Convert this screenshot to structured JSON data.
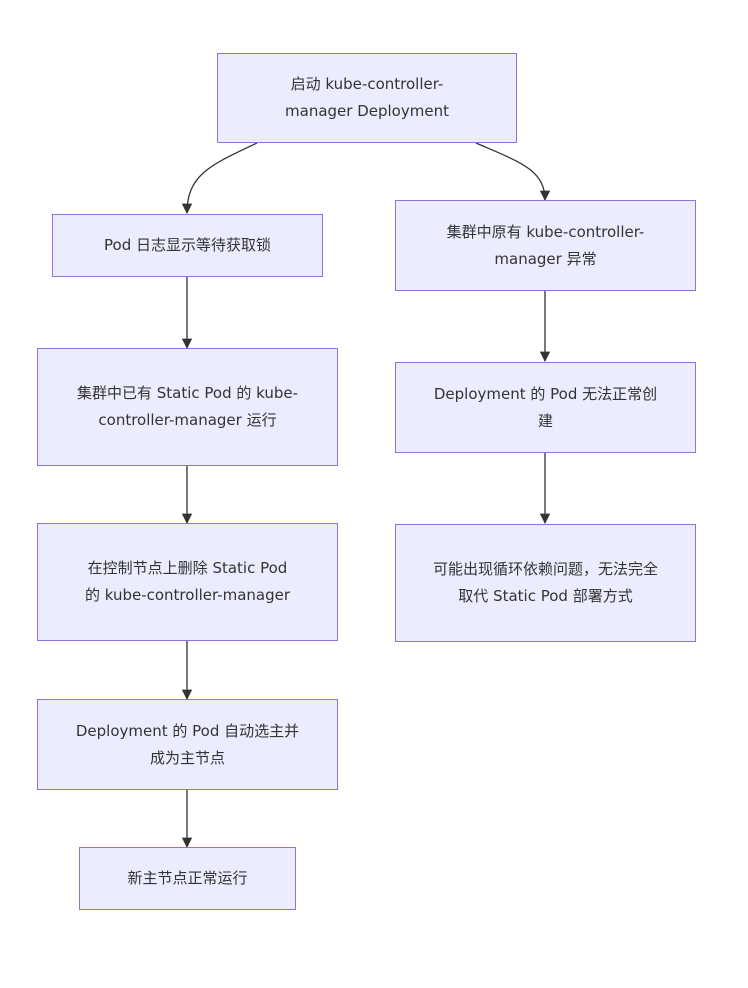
{
  "diagram": {
    "type": "flowchart",
    "direction": "TD",
    "colors": {
      "node_fill": "#ECECFF",
      "node_border": "#9370DB",
      "edge": "#333333",
      "text": "#333333"
    },
    "nodes": [
      {
        "id": "A",
        "label": "启动 kube-controller-manager Deployment"
      },
      {
        "id": "B",
        "label": "Pod 日志显示等待获取锁"
      },
      {
        "id": "C",
        "label": "集群中已有 Static Pod 的 kube-controller-manager 运行"
      },
      {
        "id": "D",
        "label": "在控制节点上删除 Static Pod 的 kube-controller-manager"
      },
      {
        "id": "E",
        "label": "Deployment 的 Pod 自动选主并成为主节点"
      },
      {
        "id": "F",
        "label": "新主节点正常运行"
      },
      {
        "id": "G",
        "label": "集群中原有 kube-controller-manager 异常"
      },
      {
        "id": "H",
        "label": "Deployment 的 Pod 无法正常创建"
      },
      {
        "id": "I",
        "label": "可能出现循环依赖问题，无法完全取代 Static Pod 部署方式"
      }
    ],
    "edges": [
      {
        "from": "A",
        "to": "B"
      },
      {
        "from": "B",
        "to": "C"
      },
      {
        "from": "C",
        "to": "D"
      },
      {
        "from": "D",
        "to": "E"
      },
      {
        "from": "E",
        "to": "F"
      },
      {
        "from": "A",
        "to": "G"
      },
      {
        "from": "G",
        "to": "H"
      },
      {
        "from": "H",
        "to": "I"
      }
    ]
  }
}
